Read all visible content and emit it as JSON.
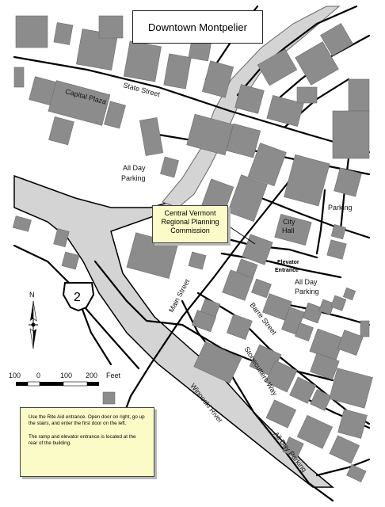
{
  "map": {
    "title": "Downtown Montpelier",
    "labels": {
      "state_street": "State Street",
      "capital_plaza": "Capital Plaza",
      "all_day_parking_1": "All Day",
      "all_day_parking_1b": "Parking",
      "parking": "Parking",
      "city_hall_1": "City",
      "city_hall_2": "Hall",
      "elevator_1": "Elevator",
      "elevator_2": "Entrance",
      "all_day_parking_2": "All Day",
      "all_day_parking_2b": "Parking",
      "main_street": "Main Street",
      "barre_street": "Barre Street",
      "stonecutters_way": "Stonecutters Way",
      "winooski_river": "Winooski River",
      "all_day_parking_3": "All Day Parking",
      "route_number": "2",
      "north": "N"
    },
    "callout": {
      "line1": "Central Vermont",
      "line2": "Regional Planning",
      "line3": "Commission"
    },
    "scale": {
      "ticks": [
        "100",
        "0",
        "100",
        "200"
      ],
      "unit": "Feet"
    },
    "note": {
      "para1": "Use the Rite Aid entrance.  Open door on right, go up the stairs, and enter the first door on the left.",
      "para2": "The ramp and elevator entrance is located at the rear of the building."
    },
    "colors": {
      "building": "#8c8c8c",
      "river": "#d4d4d4",
      "callout_bg": "#fbfbc8"
    }
  }
}
